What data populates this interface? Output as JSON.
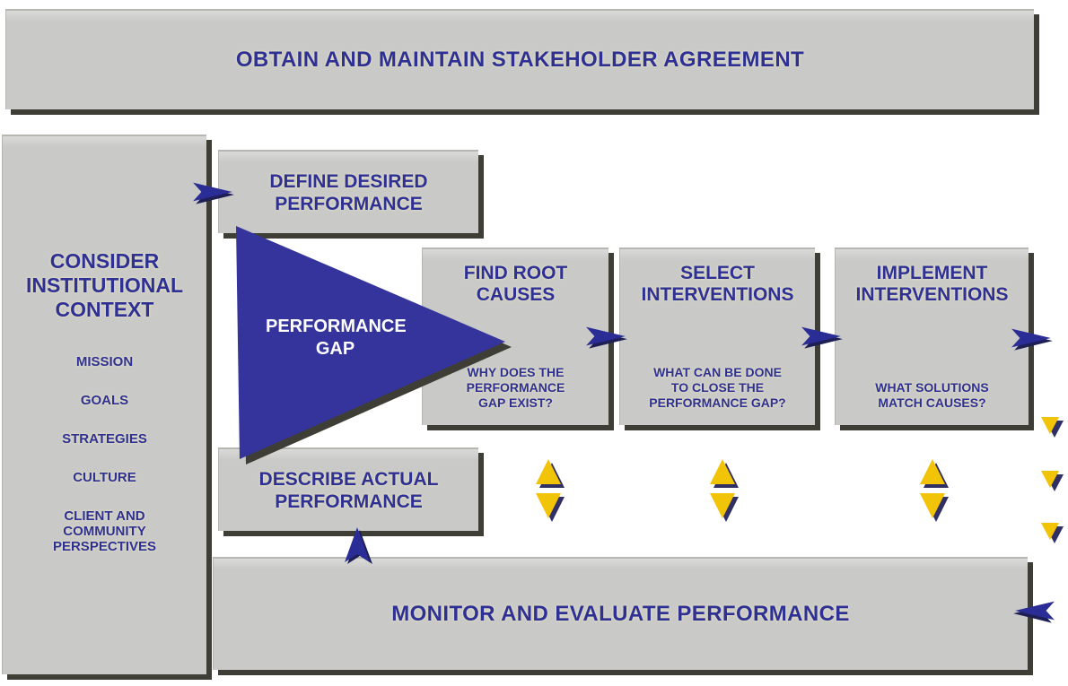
{
  "title_bars": {
    "top": "OBTAIN AND MAINTAIN STAKEHOLDER AGREEMENT",
    "bottom": "MONITOR AND EVALUATE PERFORMANCE"
  },
  "sidebar": {
    "title": "CONSIDER\nINSTITUTIONAL\nCONTEXT",
    "items": [
      {
        "label": "MISSION"
      },
      {
        "label": "GOALS"
      },
      {
        "label": "STRATEGIES"
      },
      {
        "label": "CULTURE"
      },
      {
        "label": "CLIENT AND\nCOMMUNITY\nPERSPECTIVES"
      }
    ]
  },
  "process": {
    "define": {
      "title": "DEFINE DESIRED\nPERFORMANCE"
    },
    "describe": {
      "title": "DESCRIBE ACTUAL\nPERFORMANCE"
    },
    "gap": {
      "label": "PERFORMANCE\nGAP"
    },
    "find_root": {
      "title": "FIND ROOT\nCAUSES",
      "question": "WHY DOES THE\nPERFORMANCE\nGAP EXIST?"
    },
    "select": {
      "title": "SELECT\nINTERVENTIONS",
      "question": "WHAT CAN BE DONE\nTO CLOSE THE\nPERFORMANCE GAP?"
    },
    "implement": {
      "title": "IMPLEMENT\nINTERVENTIONS",
      "question": "WHAT SOLUTIONS\nMATCH CAUSES?"
    }
  },
  "icons": {
    "flow_arrow": "blue right-pointing dart",
    "return_arrow": "blue left-pointing dart",
    "up_arrow": "blue up-pointing dart",
    "feedback_arrows": "gold up-down triangle pair",
    "rail_arrows": "gold down triangles"
  },
  "colors": {
    "panel_gray": "#c9c9c7",
    "panel_shadow": "#3e3e36",
    "heading_navy": "#2e3193",
    "triangle_blue": "#34349c",
    "arrow_blue": "#2b2d96",
    "feedback_gold": "#f2c407",
    "background": "#ffffff"
  }
}
